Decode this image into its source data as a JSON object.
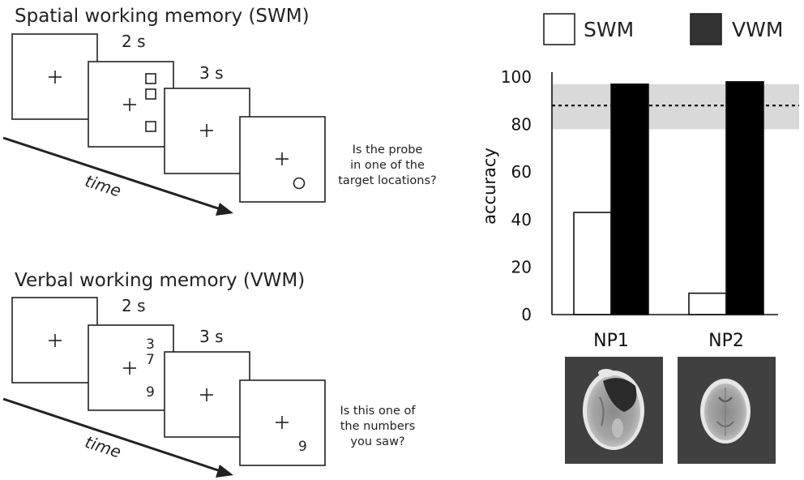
{
  "panels": {
    "swm": {
      "heading": "Spatial working memory (SWM)",
      "durations": [
        "2 s",
        "3 s"
      ],
      "time_label": "time",
      "question_lines": [
        "Is the probe",
        "in one of the",
        "target locations?"
      ]
    },
    "vwm": {
      "heading": "Verbal working memory (VWM)",
      "durations": [
        "2 s",
        "3 s"
      ],
      "time_label": "time",
      "digits": [
        "3",
        "7",
        "9"
      ],
      "probe_digit": "9",
      "question_lines": [
        "Is this one of",
        "the numbers",
        "you saw?"
      ]
    }
  },
  "legend": {
    "swm": "SWM",
    "vwm": "VWM"
  },
  "chart_data": {
    "type": "bar",
    "categories": [
      "NP1",
      "NP2"
    ],
    "series": [
      {
        "name": "SWM",
        "values": [
          43,
          9
        ],
        "color": "#ffffff"
      },
      {
        "name": "VWM",
        "values": [
          97,
          98
        ],
        "color": "#000000"
      }
    ],
    "ylabel": "accuracy",
    "ylim": [
      0,
      100
    ],
    "yticks": [
      0,
      20,
      40,
      60,
      80,
      100
    ],
    "reference": {
      "mean": 88,
      "band": [
        78,
        97
      ],
      "band_color": "#d9d9d9"
    },
    "legend_position": "top"
  }
}
